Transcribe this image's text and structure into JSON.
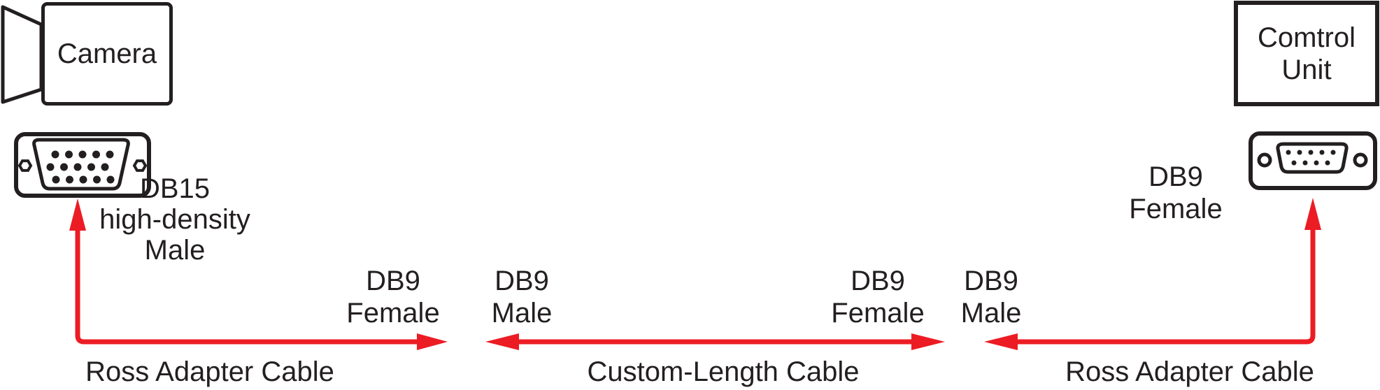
{
  "colors": {
    "red": "#EC1C24",
    "ink": "#231F20",
    "bg": "#FFFFFF"
  },
  "devices": {
    "camera": {
      "label": "Camera"
    },
    "control_unit": {
      "line1": "Comtrol",
      "line2": "Unit"
    }
  },
  "connectors": {
    "db15_male": {
      "line1": "DB15",
      "line2": "high-density",
      "line3": "Male"
    },
    "db9_female_left": {
      "line1": "DB9",
      "line2": "Female"
    },
    "db9_male_left": {
      "line1": "DB9",
      "line2": "Male"
    },
    "db9_female_middle": {
      "line1": "DB9",
      "line2": "Female"
    },
    "db9_male_right": {
      "line1": "DB9",
      "line2": "Male"
    },
    "db9_female_right": {
      "line1": "DB9",
      "line2": "Female"
    }
  },
  "cables": {
    "left": {
      "label": "Ross Adapter Cable"
    },
    "middle": {
      "label": "Custom-Length Cable"
    },
    "right": {
      "label": "Ross Adapter Cable"
    }
  }
}
